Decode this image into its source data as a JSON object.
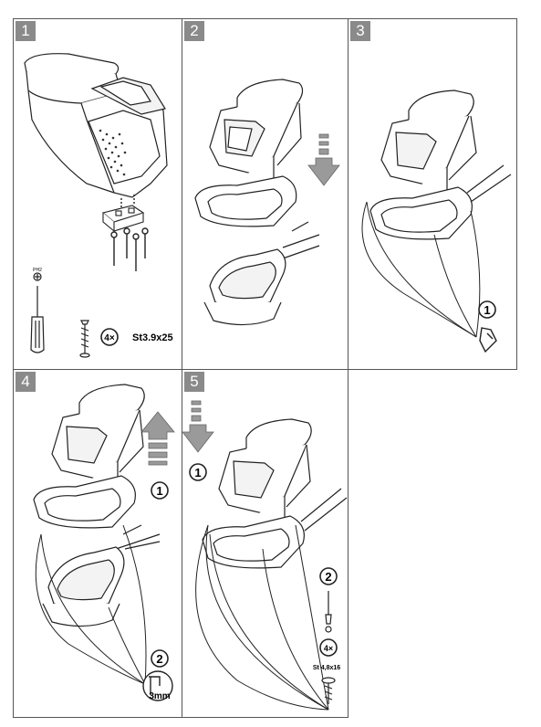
{
  "panels": [
    {
      "number": "1"
    },
    {
      "number": "2"
    },
    {
      "number": "3"
    },
    {
      "number": "4"
    },
    {
      "number": "5"
    }
  ],
  "step1": {
    "screwdriver_tag": "PH2",
    "screw_count": "4×",
    "screw_spec": "St3.9x25"
  },
  "step3": {
    "callout": "1"
  },
  "step4": {
    "callout_1": "1",
    "callout_2": "2",
    "gap": "3mm"
  },
  "step5": {
    "callout_1": "1",
    "callout_2": "2",
    "screw_count": "4×",
    "screw_spec": "St 4,8x16"
  },
  "colors": {
    "panel_tab": "#8a8a8a",
    "line": "#222222",
    "arrow": "#9a9a9a"
  }
}
